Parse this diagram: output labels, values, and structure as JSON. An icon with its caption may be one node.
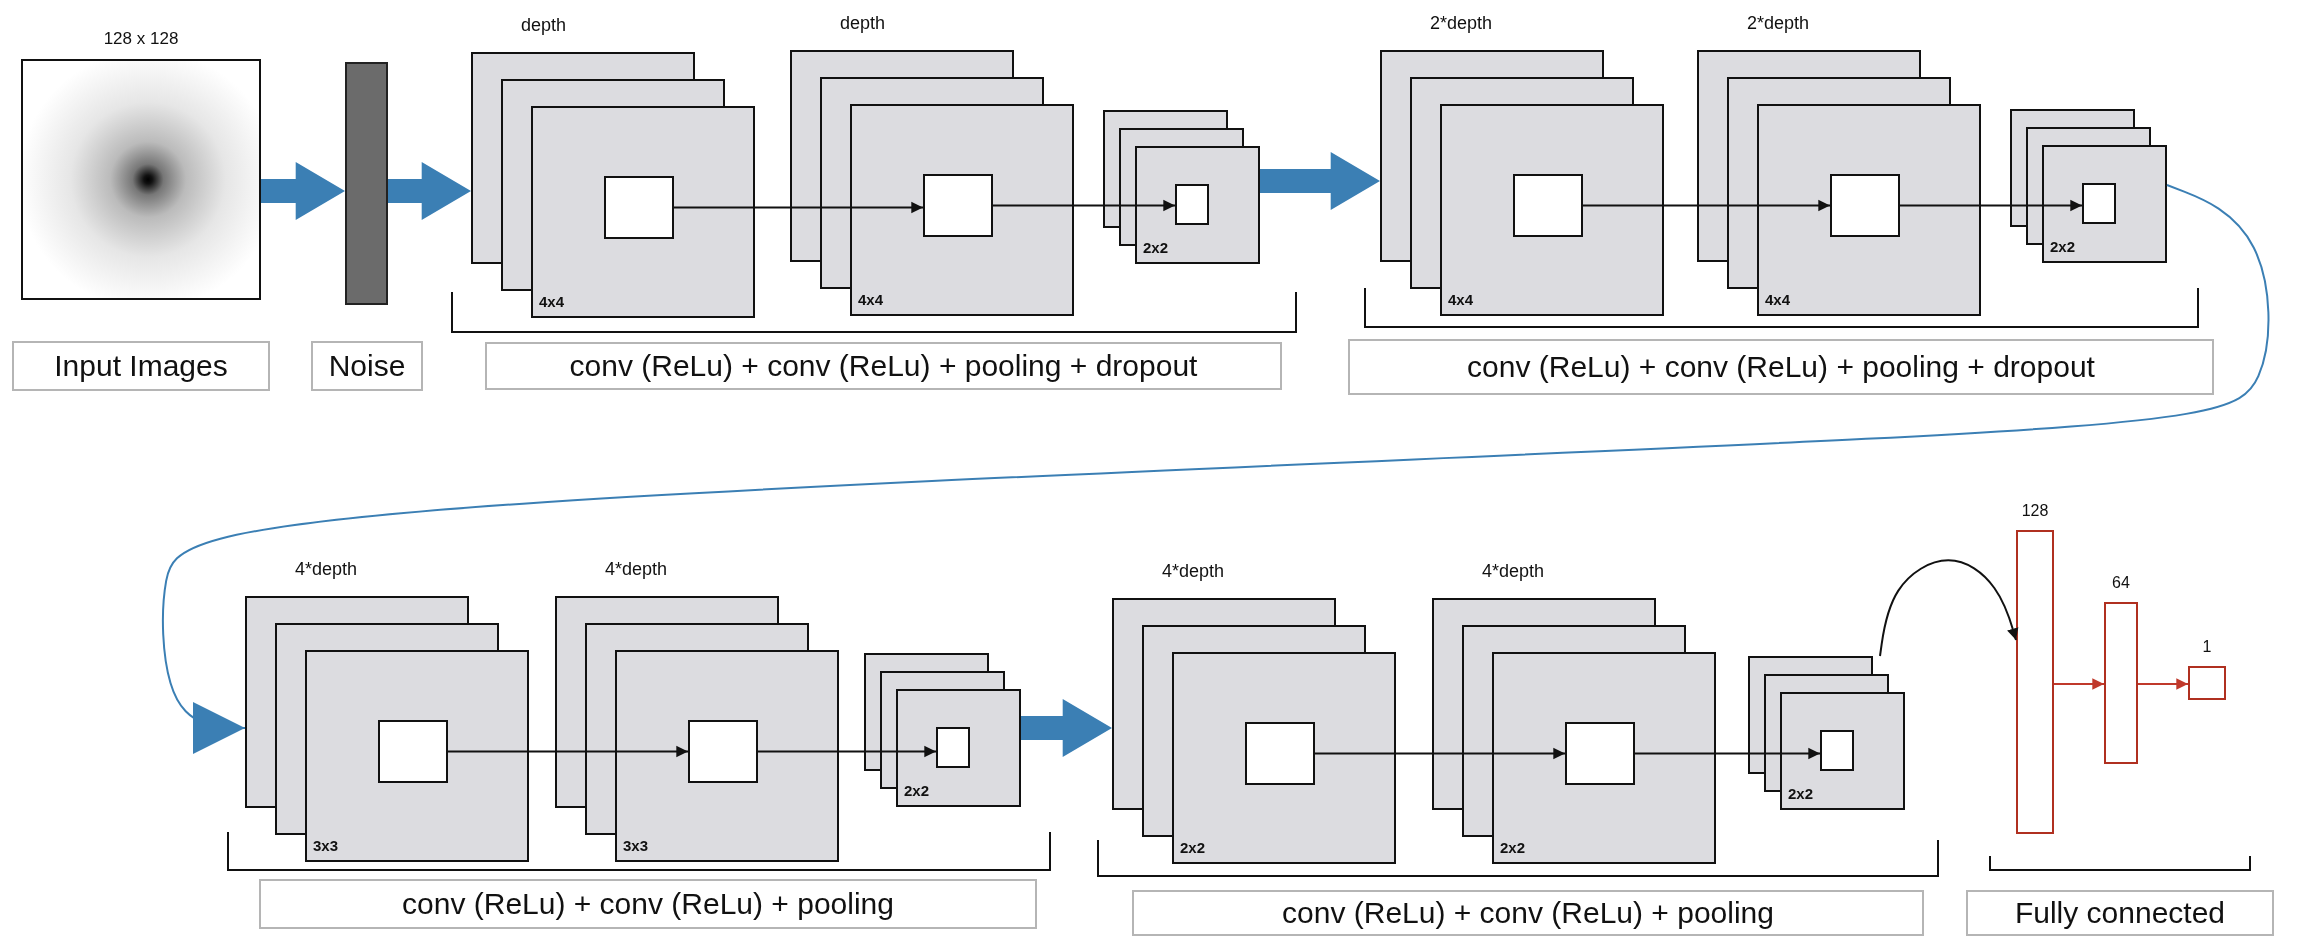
{
  "diagram": {
    "nodes": [
      {
        "text": [
          "128 x 128"
        ]
      },
      {
        "text": [
          "Input Images"
        ]
      },
      {
        "text": [],
        "shape": "bar"
      },
      {
        "text": [
          "Noise"
        ]
      },
      {
        "text": [
          "depth",
          "4x4"
        ]
      },
      {
        "text": [],
        "shape": "box",
        "in": 4
      },
      {
        "text": [
          "depth",
          "4x4"
        ]
      },
      {
        "text": [],
        "shape": "box",
        "in": 6
      },
      {
        "text": [
          "2x2"
        ]
      },
      {
        "text": [],
        "shape": "box",
        "in": 8
      },
      {
        "text": [
          "conv (ReLu) + conv (ReLu) + pooling + dropout"
        ]
      },
      {
        "text": [
          "2*depth",
          "4x4"
        ]
      },
      {
        "text": [],
        "shape": "box",
        "in": 11
      },
      {
        "text": [
          "2*depth",
          "4x4"
        ]
      },
      {
        "text": [],
        "shape": "box",
        "in": 13
      },
      {
        "text": [
          "2x2"
        ]
      },
      {
        "text": [],
        "shape": "box",
        "in": 15
      },
      {
        "text": [
          "conv (ReLu) + conv (ReLu) + pooling + dropout"
        ]
      },
      {
        "text": [
          "4*depth",
          "3x3"
        ]
      },
      {
        "text": [],
        "shape": "box",
        "in": 18
      },
      {
        "text": [
          "4*depth",
          "3x3"
        ]
      },
      {
        "text": [],
        "shape": "box",
        "in": 20
      },
      {
        "text": [
          "2x2"
        ]
      },
      {
        "text": [],
        "shape": "box",
        "in": 22
      },
      {
        "text": [
          "conv (ReLu) + conv (ReLu) + pooling"
        ]
      },
      {
        "text": [
          "4*depth",
          "2x2"
        ]
      },
      {
        "text": [],
        "shape": "box",
        "in": 25
      },
      {
        "text": [
          "4*depth",
          "2x2"
        ]
      },
      {
        "text": [],
        "shape": "box",
        "in": 27
      },
      {
        "text": [
          "2x2"
        ]
      },
      {
        "text": [],
        "shape": "box",
        "in": 29
      },
      {
        "text": [
          "conv (ReLu) + conv (ReLu) + pooling"
        ]
      },
      {
        "text": [
          "128"
        ]
      },
      {
        "text": [
          "64"
        ]
      },
      {
        "text": [
          "1"
        ]
      },
      {
        "text": [
          "Fully connected"
        ]
      }
    ],
    "edges": [
      {
        "from": 0,
        "to": 2,
        "arrow": "to",
        "style": "thick",
        "color": "#3b7fb4"
      },
      {
        "from": 2,
        "to": 4,
        "arrow": "to",
        "style": "thick",
        "color": "#3b7fb4"
      },
      {
        "from": 5,
        "to": 7,
        "arrow": "to"
      },
      {
        "from": 7,
        "to": 9,
        "arrow": "to"
      },
      {
        "from": 8,
        "to": 11,
        "arrow": "to",
        "style": "thick",
        "color": "#3b7fb4"
      },
      {
        "from": 12,
        "to": 14,
        "arrow": "to"
      },
      {
        "from": 14,
        "to": 16,
        "arrow": "to"
      },
      {
        "from": 15,
        "to": 18,
        "arrow": "to",
        "color": "#3b7fb4"
      },
      {
        "from": 19,
        "to": 21,
        "arrow": "to"
      },
      {
        "from": 21,
        "to": 23,
        "arrow": "to"
      },
      {
        "from": 22,
        "to": 25,
        "arrow": "to",
        "style": "thick",
        "color": "#3b7fb4"
      },
      {
        "from": 26,
        "to": 28,
        "arrow": "to"
      },
      {
        "from": 28,
        "to": 30,
        "arrow": "to"
      },
      {
        "from": 29,
        "to": 32,
        "arrow": "to"
      },
      {
        "from": 32,
        "to": 33,
        "arrow": "to",
        "color": "#c0392b"
      },
      {
        "from": 33,
        "to": 34,
        "arrow": "to",
        "color": "#c0392b"
      }
    ]
  }
}
